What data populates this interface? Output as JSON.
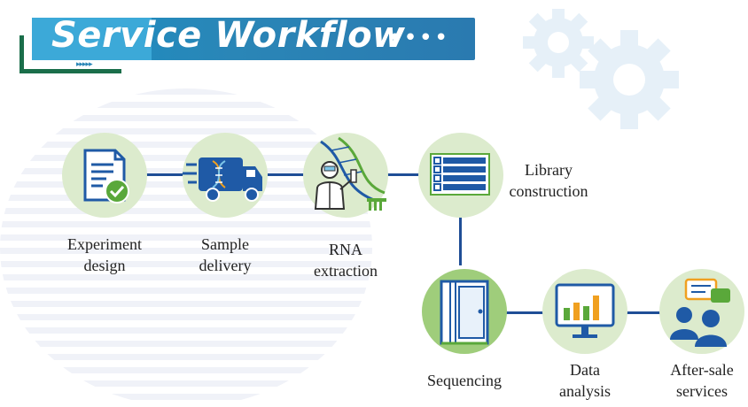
{
  "title": "Service Workflow",
  "title_dots": "••••",
  "title_arrows": "▸▸▸▸▸",
  "colors": {
    "node_fill": "#dcebcd",
    "node_fill_active": "#9fcd7b",
    "connector": "#1f4e96",
    "title_bar": "#2a86b7",
    "icon_blue": "#1f5aa6"
  },
  "steps": [
    {
      "label_line1": "Experiment",
      "label_line2": "design",
      "icon": "document-check-icon"
    },
    {
      "label_line1": "Sample",
      "label_line2": "delivery",
      "icon": "delivery-truck-icon"
    },
    {
      "label_line1": "RNA",
      "label_line2": "extraction",
      "icon": "scientist-icon"
    },
    {
      "label_line1": "Library",
      "label_line2": "construction",
      "icon": "list-icon"
    },
    {
      "label_line1": "Sequencing",
      "label_line2": "",
      "icon": "sequencer-icon"
    },
    {
      "label_line1": "Data",
      "label_line2": "analysis",
      "icon": "bar-chart-monitor-icon"
    },
    {
      "label_line1": "After-sale",
      "label_line2": "services",
      "icon": "chat-users-icon"
    }
  ]
}
